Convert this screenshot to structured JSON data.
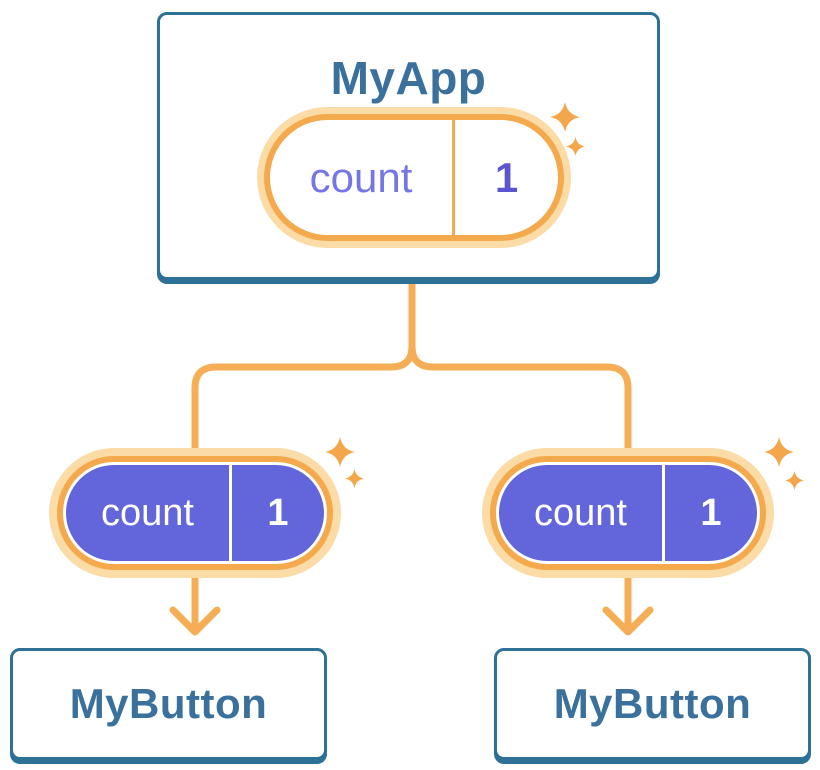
{
  "diagram": {
    "root": {
      "title": "MyApp",
      "state": {
        "label": "count",
        "value": "1"
      }
    },
    "children": [
      {
        "title": "MyButton",
        "prop": {
          "label": "count",
          "value": "1"
        }
      },
      {
        "title": "MyButton",
        "prop": {
          "label": "count",
          "value": "1"
        }
      }
    ]
  },
  "colors": {
    "background": "#FFFFFF",
    "card_border": "#2E7196",
    "card_text": "#3A709C",
    "pill_stroke": "#F4A94D",
    "pill_halo": "#FBDBA6",
    "connector": "#F5AE55",
    "prop_pill_fill": "#6366DB",
    "state_label_text": "#7476E3",
    "state_value_text": "#5B55CF",
    "prop_pill_text": "#FFFFFF",
    "sparkle": "#F3A74A"
  },
  "icons": {
    "sparkle": "sparkle-icon"
  }
}
